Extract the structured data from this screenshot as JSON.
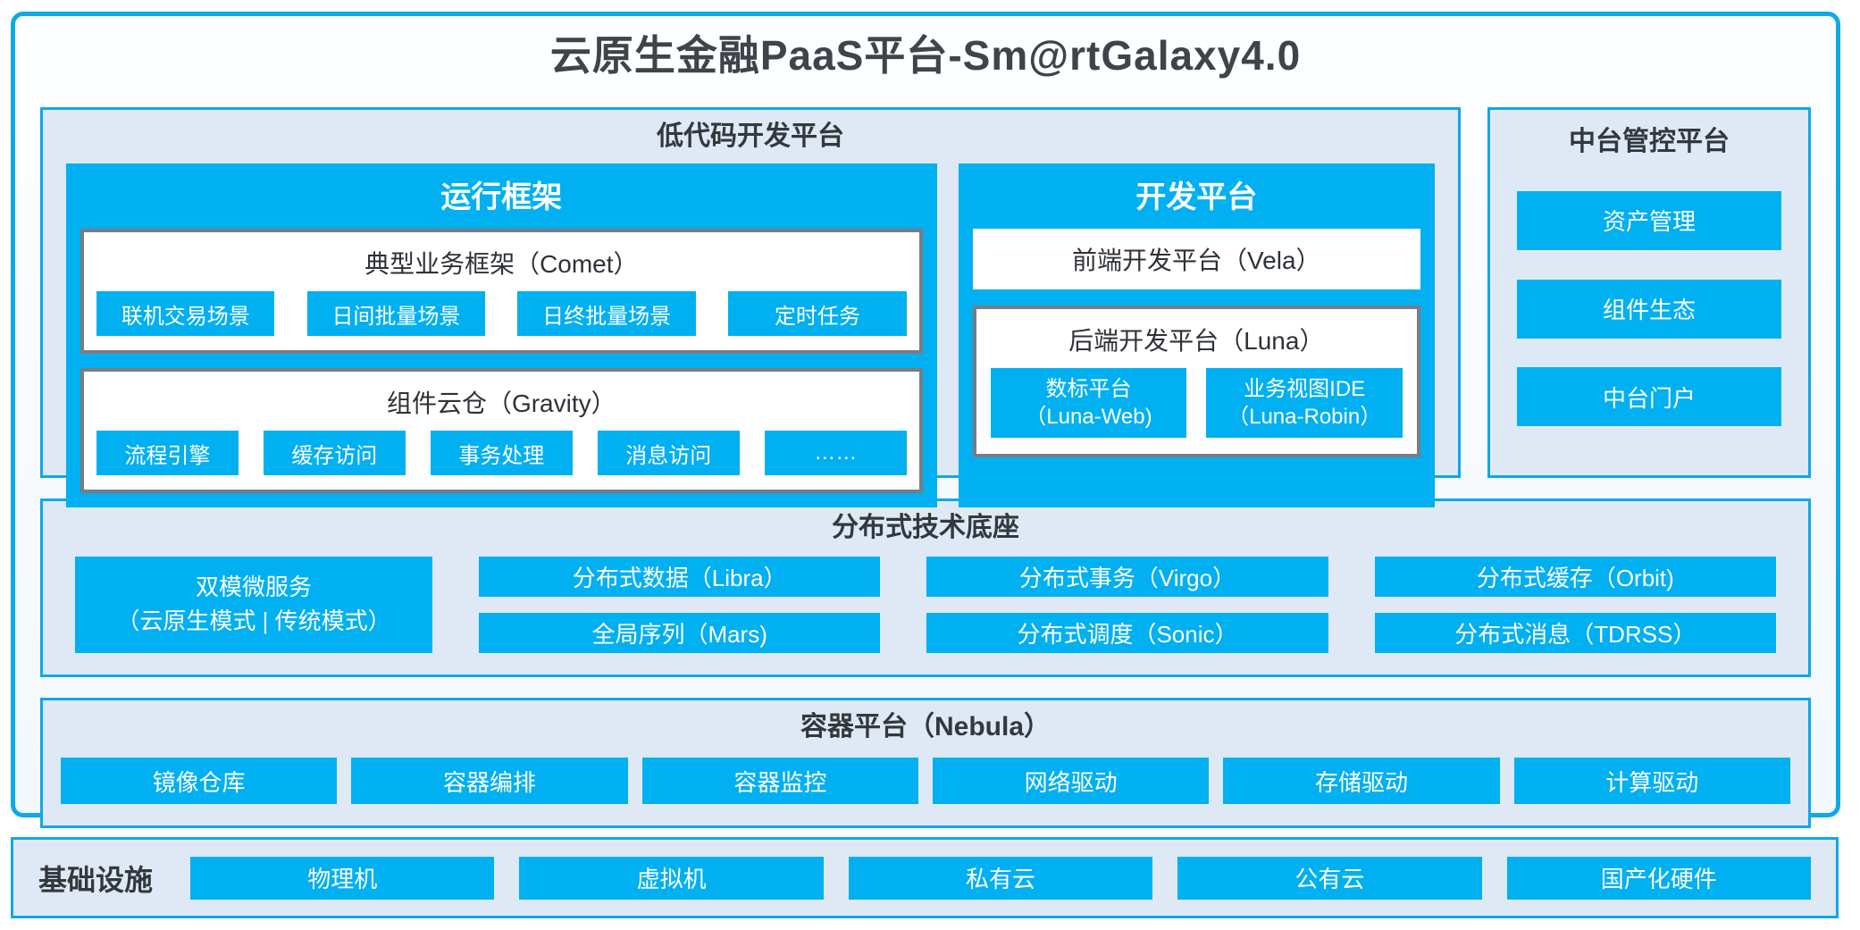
{
  "colors": {
    "accent_blue": "#00B0F0",
    "border_blue": "#0FA8E8",
    "panel_bg": "#DEE9F5",
    "gray_border": "#767D84",
    "dark_text": "#3F444A"
  },
  "title": "云原生金融PaaS平台-Sm@rtGalaxy4.0",
  "low_code": {
    "title": "低代码开发平台",
    "runtime": {
      "title": "运行框架",
      "comet": {
        "title": "典型业务框架（Comet）",
        "items": [
          "联机交易场景",
          "日间批量场景",
          "日终批量场景",
          "定时任务"
        ]
      },
      "gravity": {
        "title": "组件云仓（Gravity）",
        "items": [
          "流程引擎",
          "缓存访问",
          "事务处理",
          "消息访问",
          "……"
        ]
      }
    },
    "dev": {
      "title": "开发平台",
      "vela": "前端开发平台（Vela）",
      "luna": {
        "title": "后端开发平台（Luna）",
        "items": [
          {
            "line1": "数标平台",
            "line2": "（Luna-Web)"
          },
          {
            "line1": "业务视图IDE",
            "line2": "（Luna-Robin）"
          }
        ]
      }
    }
  },
  "mid_platform": {
    "title": "中台管控平台",
    "items": [
      "资产管理",
      "组件生态",
      "中台门户"
    ]
  },
  "distributed": {
    "title": "分布式技术底座",
    "dual_mode": {
      "line1": "双模微服务",
      "line2": "（云原生模式 | 传统模式）"
    },
    "items": [
      "分布式数据（Libra）",
      "分布式事务（Virgo）",
      "分布式缓存（Orbit)",
      "全局序列（Mars)",
      "分布式调度（Sonic）",
      "分布式消息（TDRSS）"
    ]
  },
  "container_platform": {
    "title": "容器平台（Nebula）",
    "items": [
      "镜像仓库",
      "容器编排",
      "容器监控",
      "网络驱动",
      "存储驱动",
      "计算驱动"
    ]
  },
  "infrastructure": {
    "title": "基础设施",
    "items": [
      "物理机",
      "虚拟机",
      "私有云",
      "公有云",
      "国产化硬件"
    ]
  }
}
